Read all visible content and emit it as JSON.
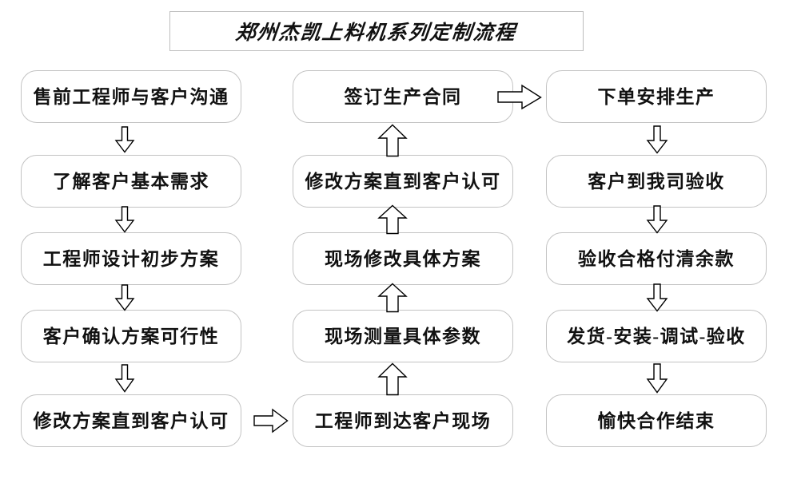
{
  "title": {
    "text": "郑州杰凯上料机系列定制流程"
  },
  "colors": {
    "box_border": "#c3c3c3",
    "title_border": "#bdbdbd",
    "text": "#111111",
    "arrow_stroke": "#000000",
    "arrow_fill": "#ffffff",
    "background": "#ffffff"
  },
  "columns": [
    {
      "name": "column-1",
      "direction": "down",
      "nodes": [
        {
          "label": "售前工程师与客户沟通"
        },
        {
          "label": "了解客户基本需求"
        },
        {
          "label": "工程师设计初步方案"
        },
        {
          "label": "客户确认方案可行性"
        },
        {
          "label": "修改方案直到客户认可"
        }
      ]
    },
    {
      "name": "column-2",
      "direction": "up",
      "nodes": [
        {
          "label": "签订生产合同"
        },
        {
          "label": "修改方案直到客户认可"
        },
        {
          "label": "现场修改具体方案"
        },
        {
          "label": "现场测量具体参数"
        },
        {
          "label": "工程师到达客户现场"
        }
      ]
    },
    {
      "name": "column-3",
      "direction": "down",
      "nodes": [
        {
          "label": "下单安排生产"
        },
        {
          "label": "客户到我司验收"
        },
        {
          "label": "验收合格付清余款"
        },
        {
          "label": "发货-安装-调试-验收"
        },
        {
          "label": "愉快合作结束"
        }
      ]
    }
  ],
  "connectors": {
    "col1_down_arrows": 4,
    "col2_up_arrows": 4,
    "col3_down_arrows": 4,
    "col1_to_col2": "right-arrow",
    "col2_to_col3": "right-arrow"
  }
}
